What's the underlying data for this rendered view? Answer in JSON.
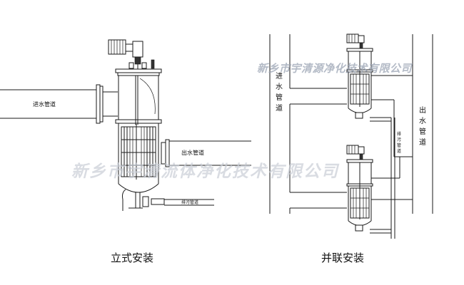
{
  "figure": {
    "left_diagram": {
      "caption": "立式安装",
      "inlet_label": "进水管道",
      "outlet_label": "出水管道",
      "drain_label": "排污管道"
    },
    "right_diagram": {
      "caption": "并联安装",
      "inlet_label": "进水管道",
      "outlet_label": "出水管道",
      "drain_label": "排污管道"
    },
    "watermark_top": "新乡市宇清源净化技术有限公司",
    "watermark_center": "新乡市宇清流体净化技术有限公司"
  },
  "colors": {
    "line": "#1a1a1a",
    "background": "#ffffff",
    "watermark": "#9aa3b3"
  }
}
